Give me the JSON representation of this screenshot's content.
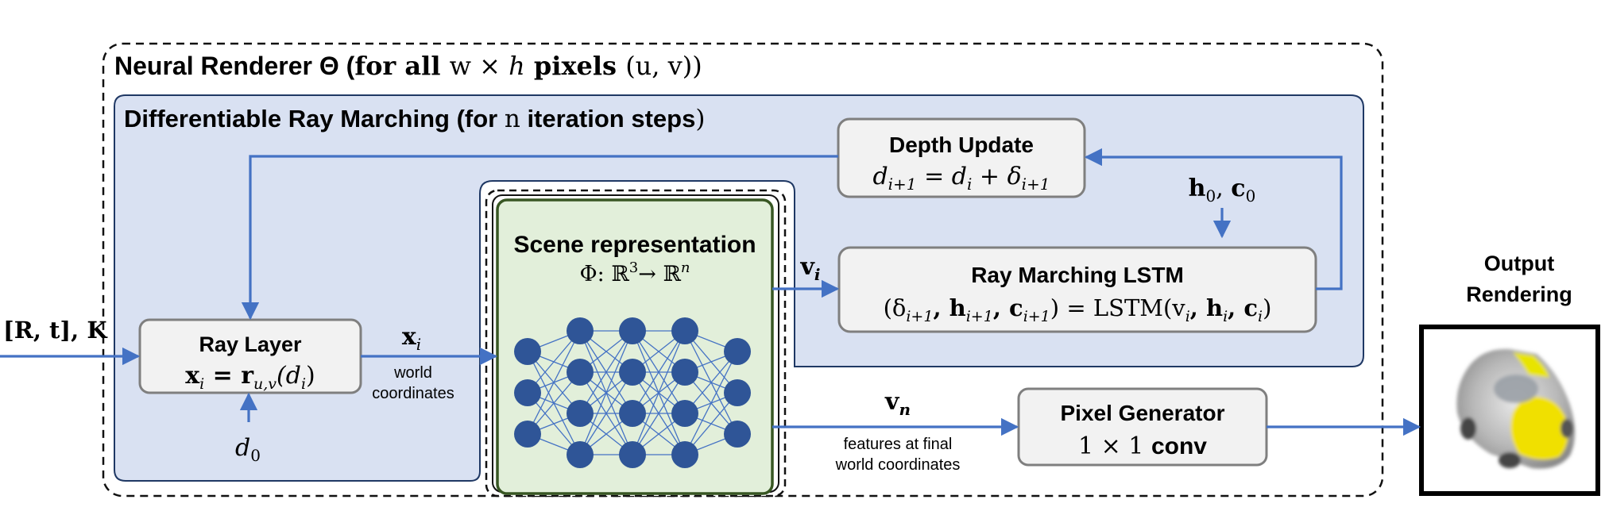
{
  "outer": {
    "title_prefix": "Neural Renderer Θ (",
    "title_forall": "for all ",
    "title_w": "w",
    "title_times": " × ",
    "title_h": "h",
    "title_pixels": " pixels ",
    "title_uv": "(u, v)",
    "title_close": ")"
  },
  "inner": {
    "title_prefix": "Differentiable Ray Marching (for ",
    "title_n": "n",
    "title_suffix": " iteration steps",
    "title_close": ")"
  },
  "depth_update": {
    "title": "Depth Update",
    "eq_lhs": "d",
    "eq_lhs_sub": "i+1",
    "eq_mid": " = d",
    "eq_mid_sub": "i",
    "eq_plus": " + δ",
    "eq_plus_sub": "i+1"
  },
  "lstm_init": {
    "h": "h",
    "h_sub": "0",
    "sep": ", ",
    "c": "c",
    "c_sub": "0"
  },
  "lstm": {
    "title": "Ray Marching LSTM",
    "eq": "(δ",
    "eq_sub1": "i+1",
    "eq_h": ", h",
    "eq_sub2": "i+1",
    "eq_c": ", c",
    "eq_sub3": "i+1",
    "eq_rhs": ") = LSTM(v",
    "eq_sub4": "i",
    "eq_h2": ", h",
    "eq_sub5": "i",
    "eq_c2": ", c",
    "eq_sub6": "i",
    "eq_close": ")"
  },
  "scene": {
    "title": "Scene representation",
    "eq": "Φ: ℝ",
    "eq_sup1": "3",
    "eq_arrow": "→  ℝ",
    "eq_sup2": "n"
  },
  "input": {
    "pose_open": "[R, t], K"
  },
  "ray_layer": {
    "title": "Ray Layer",
    "eq_x": "x",
    "eq_x_sub": "i",
    "eq_eq": " = r",
    "eq_r_sub": "u,v",
    "eq_d": "(d",
    "eq_d_sub": "i",
    "eq_close": ")",
    "init": "d",
    "init_sub": "0"
  },
  "xi_label": {
    "x": "x",
    "sub": "i",
    "caption_1": "world",
    "caption_2": "coordinates"
  },
  "vi_label": {
    "v": "v",
    "sub": "i"
  },
  "vn_label": {
    "v": "v",
    "sub": "n",
    "caption_1": "features at final",
    "caption_2": "world coordinates"
  },
  "pixel_gen": {
    "title": "Pixel Generator",
    "eq_prefix": "1 × 1 ",
    "eq_conv": "conv"
  },
  "output": {
    "title_1": "Output",
    "title_2": "Rendering"
  },
  "colors": {
    "arrow": "#4472c4",
    "inner_fill": "#d9e1f2",
    "inner_stroke": "#1f3864",
    "box_fill": "#f2f2f2",
    "box_stroke": "#7f7f7f",
    "scene_fill": "#e2efda",
    "scene_stroke": "#385723",
    "node": "#2f5597",
    "car_yellow": "#f0e000"
  },
  "network_layers": [
    3,
    4,
    4,
    4,
    3
  ]
}
